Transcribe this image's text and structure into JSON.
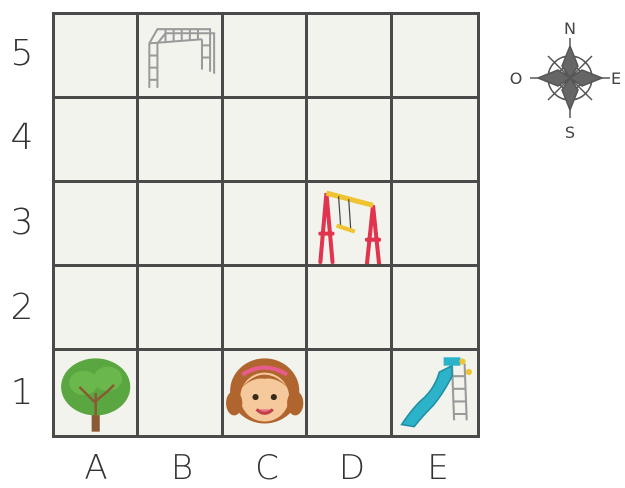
{
  "row_labels": [
    "5",
    "4",
    "3",
    "2",
    "1"
  ],
  "col_labels": [
    "A",
    "B",
    "C",
    "D",
    "E"
  ],
  "compass": {
    "north": "N",
    "south": "S",
    "east": "E",
    "west": "O"
  },
  "items": [
    {
      "cell": "B5",
      "icon": "monkey-bars-icon"
    },
    {
      "cell": "D3",
      "icon": "swing-icon"
    },
    {
      "cell": "A1",
      "icon": "tree-icon"
    },
    {
      "cell": "C1",
      "icon": "girl-face-icon"
    },
    {
      "cell": "E1",
      "icon": "slide-icon"
    }
  ]
}
